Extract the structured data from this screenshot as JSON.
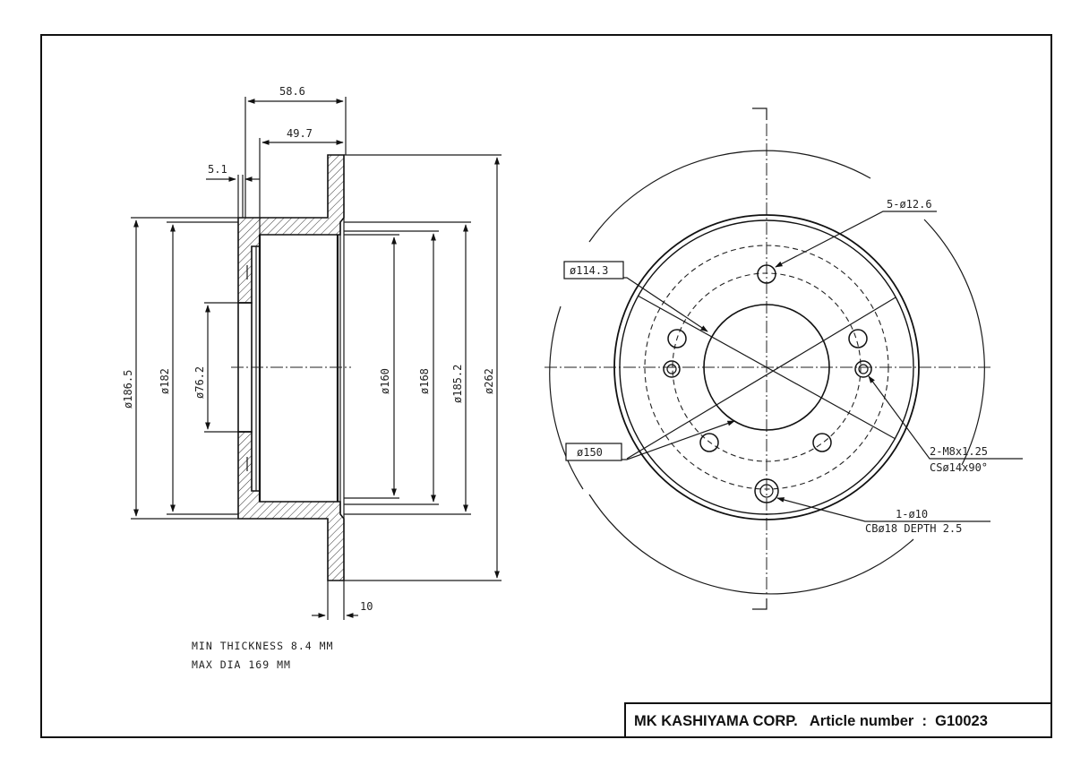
{
  "side_view": {
    "dim_58_6": "58.6",
    "dim_49_7": "49.7",
    "dim_5_1": "5.1",
    "dim_10": "10",
    "dia_186_5": "ø186.5",
    "dia_182": "ø182",
    "dia_76_2": "ø76.2",
    "dia_160": "ø160",
    "dia_168": "ø168",
    "dia_185_2": "ø185.2",
    "dia_262": "ø262"
  },
  "front_view": {
    "holes_label": "5-ø12.6",
    "pcd_label": "ø114.3",
    "bolt_circle_label": "ø150",
    "thread_line1": "2-M8x1.25",
    "thread_line2": "CSø14x90°",
    "pin_line1": "1-ø10",
    "pin_line2": "CBø18 DEPTH 2.5"
  },
  "notes": {
    "min_thickness": "MIN THICKNESS 8.4 MM",
    "max_dia": "MAX DIA 169 MM"
  },
  "title_block": {
    "text": "MK KASHIYAMA CORP.   Article number  :  G10023"
  }
}
